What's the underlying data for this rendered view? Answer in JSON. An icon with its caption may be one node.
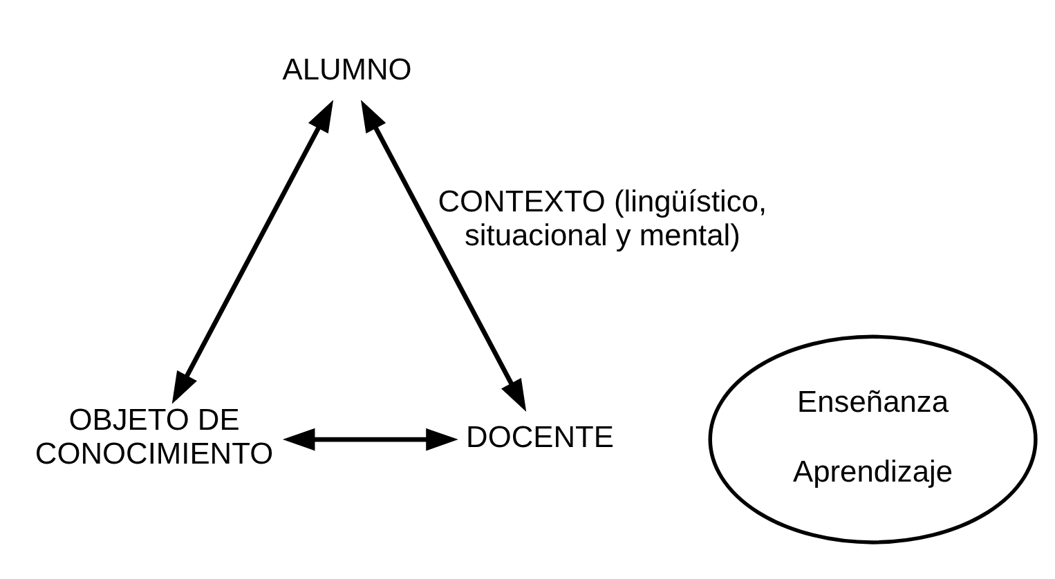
{
  "diagram": {
    "nodes": [
      {
        "text": [
          "ALUMNO"
        ]
      },
      {
        "text": [
          "OBJETO DE CONOCIMIENTO"
        ]
      },
      {
        "text": [
          "DOCENTE"
        ]
      },
      {
        "text": [
          "Enseñanza",
          "Aprendizaje"
        ]
      }
    ],
    "edges": [
      {
        "from": 0,
        "to": 1,
        "arrow": "both"
      },
      {
        "from": 0,
        "to": 2,
        "arrow": "both",
        "label": "CONTEXTO (lingüístico, situacional y mental)"
      },
      {
        "from": 1,
        "to": 2,
        "arrow": "both"
      }
    ]
  }
}
